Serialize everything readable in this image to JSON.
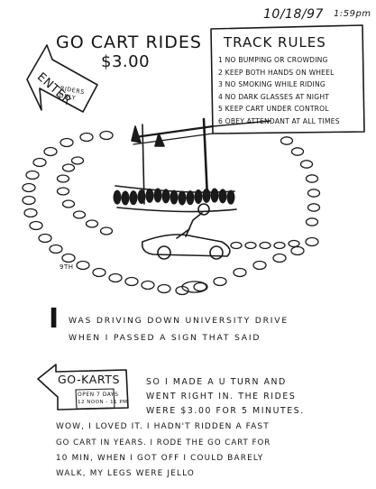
{
  "header": {
    "date": "10/18/97",
    "time": "1:59pm"
  },
  "title": {
    "line1": "GO CART RIDES",
    "price": "$3.00"
  },
  "enter_sign": {
    "label": "ENTER",
    "sub": "RIDERS ONLY"
  },
  "track_rules": {
    "heading": "TRACK RULES",
    "items": [
      "1  NO BUMPING OR CROWDING",
      "2  KEEP BOTH HANDS ON WHEEL",
      "3  NO SMOKING WHILE RIDING",
      "4  NO DARK GLASSES AT NIGHT",
      "5  KEEP CART UNDER CONTROL",
      "6  OBEY ATTENDANT AT ALL TIMES"
    ]
  },
  "track_marker": "9TH",
  "story": {
    "drop_cap": "I",
    "line1": "WAS DRIVING DOWN UNIVERSITY DRIVE",
    "line2": "WHEN I PASSED A SIGN THAT SAID"
  },
  "gokart_sign": {
    "label": "GO-KARTS",
    "hours_line1": "OPEN 7 DAYS",
    "hours_line2": "12 NOON - 11 PM"
  },
  "story2": {
    "line1": "SO I MADE A U TURN AND",
    "line2": "WENT RIGHT IN. THE RIDES",
    "line3": "WERE $3.00 FOR 5 MINUTES.",
    "line4": "WOW, I LOVED IT. I HADN'T RIDDEN A FAST",
    "line5": "GO CART IN YEARS. I RODE THE GO CART FOR",
    "line6": "10 MIN, WHEN I GOT OFF I COULD BARELY",
    "line7": "WALK, MY LEGS WERE JELLO"
  }
}
